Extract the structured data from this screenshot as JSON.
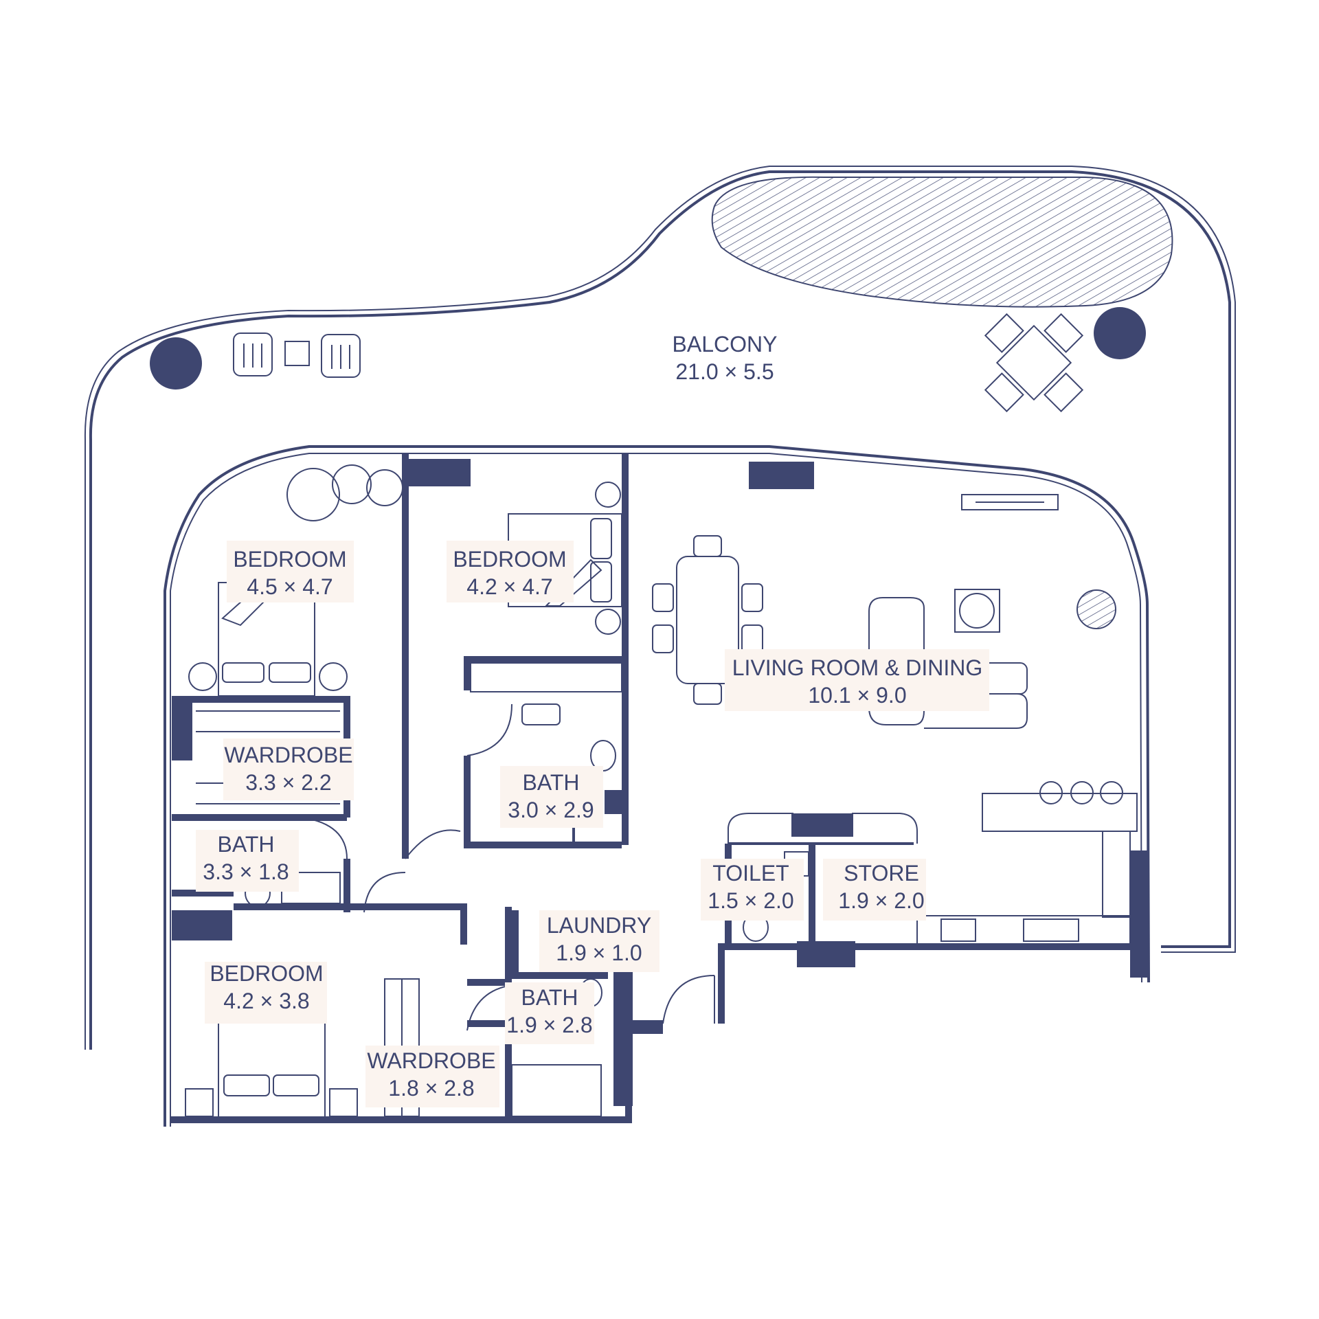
{
  "colors": {
    "wall": "#3e4670",
    "label_bg": "#fbf4ef",
    "background": "#ffffff"
  },
  "rooms": {
    "balcony": {
      "name": "BALCONY",
      "size": "21.0 × 5.5"
    },
    "bedroom1": {
      "name": "BEDROOM",
      "size": "4.5 × 4.7"
    },
    "bedroom2": {
      "name": "BEDROOM",
      "size": "4.2 × 4.7"
    },
    "living": {
      "name": "LIVING ROOM & DINING",
      "size": "10.1 × 9.0"
    },
    "wardrobe1": {
      "name": "WARDROBE",
      "size": "3.3 × 2.2"
    },
    "bath1": {
      "name": "BATH",
      "size": "3.0 × 2.9"
    },
    "bath2": {
      "name": "BATH",
      "size": "3.3 × 1.8"
    },
    "toilet": {
      "name": "TOILET",
      "size": "1.5 × 2.0"
    },
    "store": {
      "name": "STORE",
      "size": "1.9 × 2.0"
    },
    "laundry": {
      "name": "LAUNDRY",
      "size": "1.9 × 1.0"
    },
    "bedroom3": {
      "name": "BEDROOM",
      "size": "4.2 × 3.8"
    },
    "bath3": {
      "name": "BATH",
      "size": "1.9 × 2.8"
    },
    "wardrobe2": {
      "name": "WARDROBE",
      "size": "1.8 × 2.8"
    }
  },
  "icons": [
    "sun-lounger-icon",
    "side-table-icon",
    "planter-icon",
    "dining-table-icon",
    "armchair-icon",
    "sofa-icon",
    "bed-icon",
    "nightstand-icon",
    "toilet-icon",
    "sink-icon",
    "bar-stool-icon",
    "door-swing-icon"
  ]
}
